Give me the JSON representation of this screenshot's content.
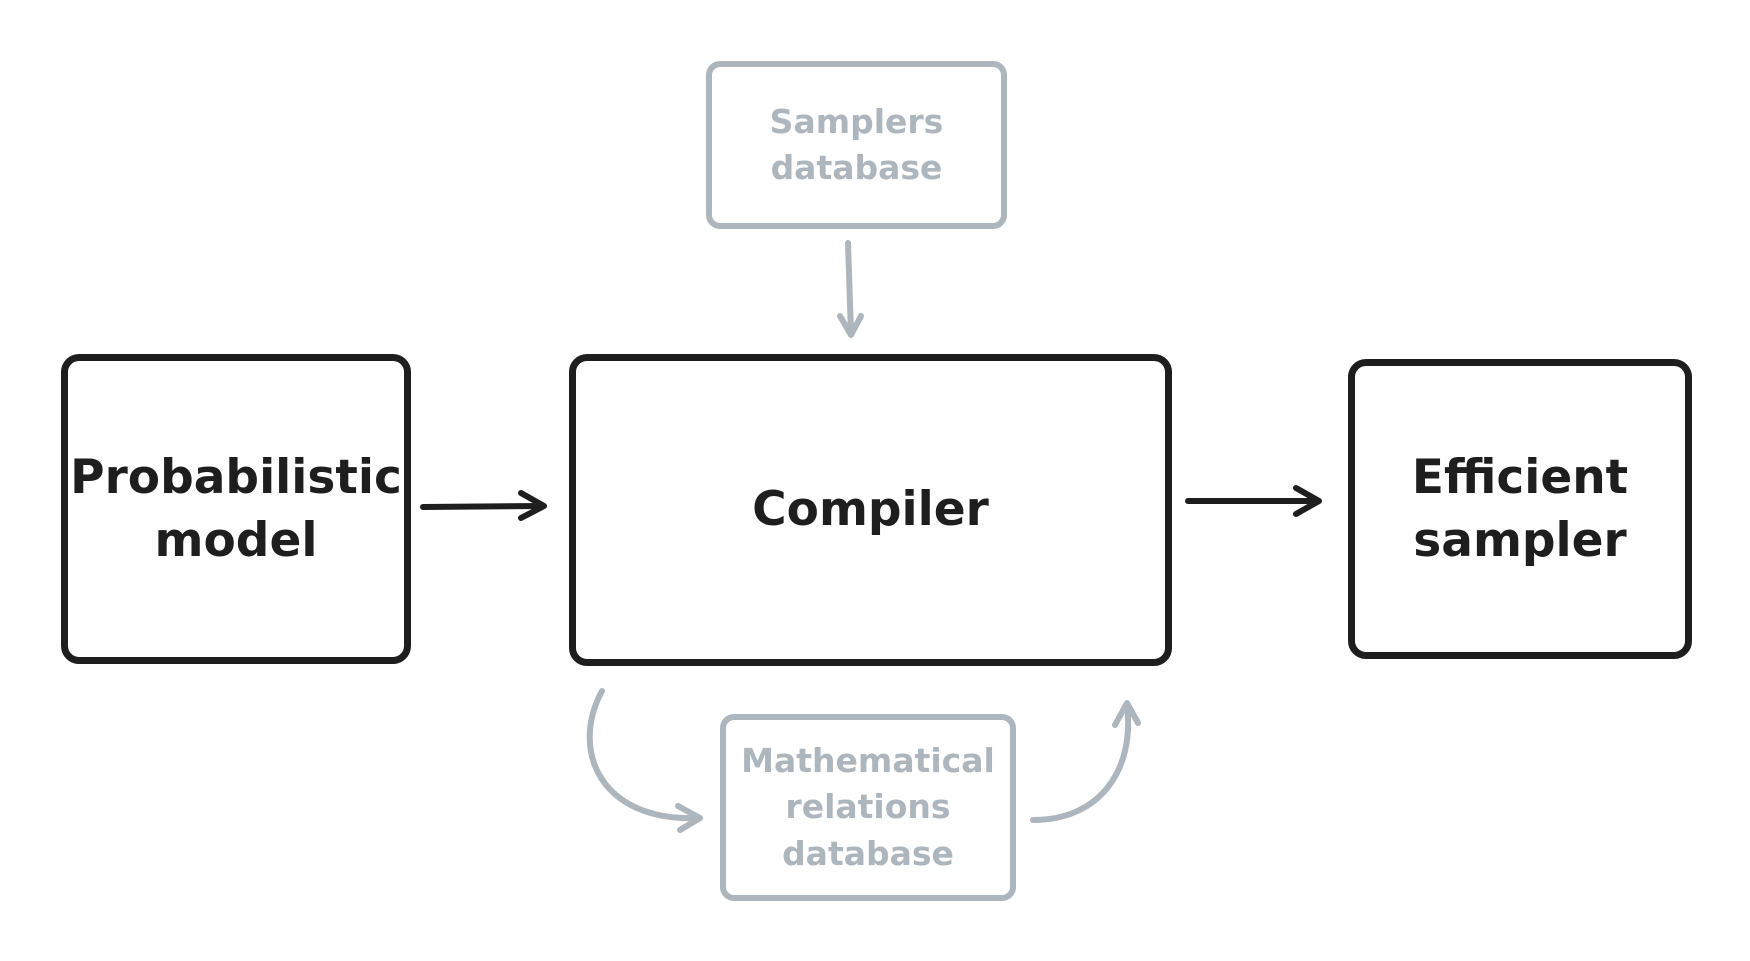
{
  "nodes": {
    "probabilistic_model": "Probabilistic\nmodel",
    "compiler": "Compiler",
    "efficient_sampler": "Efficient\nsampler",
    "samplers_database": "Samplers\ndatabase",
    "math_relations_database": "Mathematical\nrelations\ndatabase"
  },
  "colors": {
    "primary": "#1e1e1e",
    "secondary": "#adb5bd",
    "background": "#ffffff"
  }
}
